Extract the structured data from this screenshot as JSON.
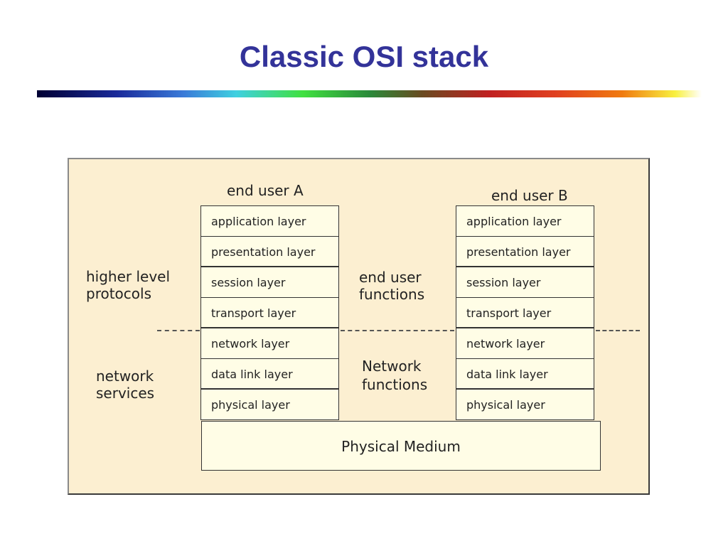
{
  "title": "Classic OSI stack",
  "diagram": {
    "end_user_a": "end user A",
    "end_user_b": "end user B",
    "higher_level": [
      "higher level",
      "protocols"
    ],
    "network_services": [
      "network",
      "services"
    ],
    "end_user_functions": [
      "end user",
      "functions"
    ],
    "network_functions": [
      "Network",
      "functions"
    ],
    "stack_a": [
      "application layer",
      "presentation layer",
      "session layer",
      "transport layer",
      "network layer",
      "data link layer",
      "physical layer"
    ],
    "stack_b": [
      "application layer",
      "presentation layer",
      "session layer",
      "transport layer",
      "network layer",
      "data link layer",
      "physical layer"
    ],
    "physical_medium": "Physical Medium"
  },
  "colors": {
    "title": "#333399",
    "diagram_background": "#fcefd1",
    "layer_fill": "#fffde6"
  }
}
